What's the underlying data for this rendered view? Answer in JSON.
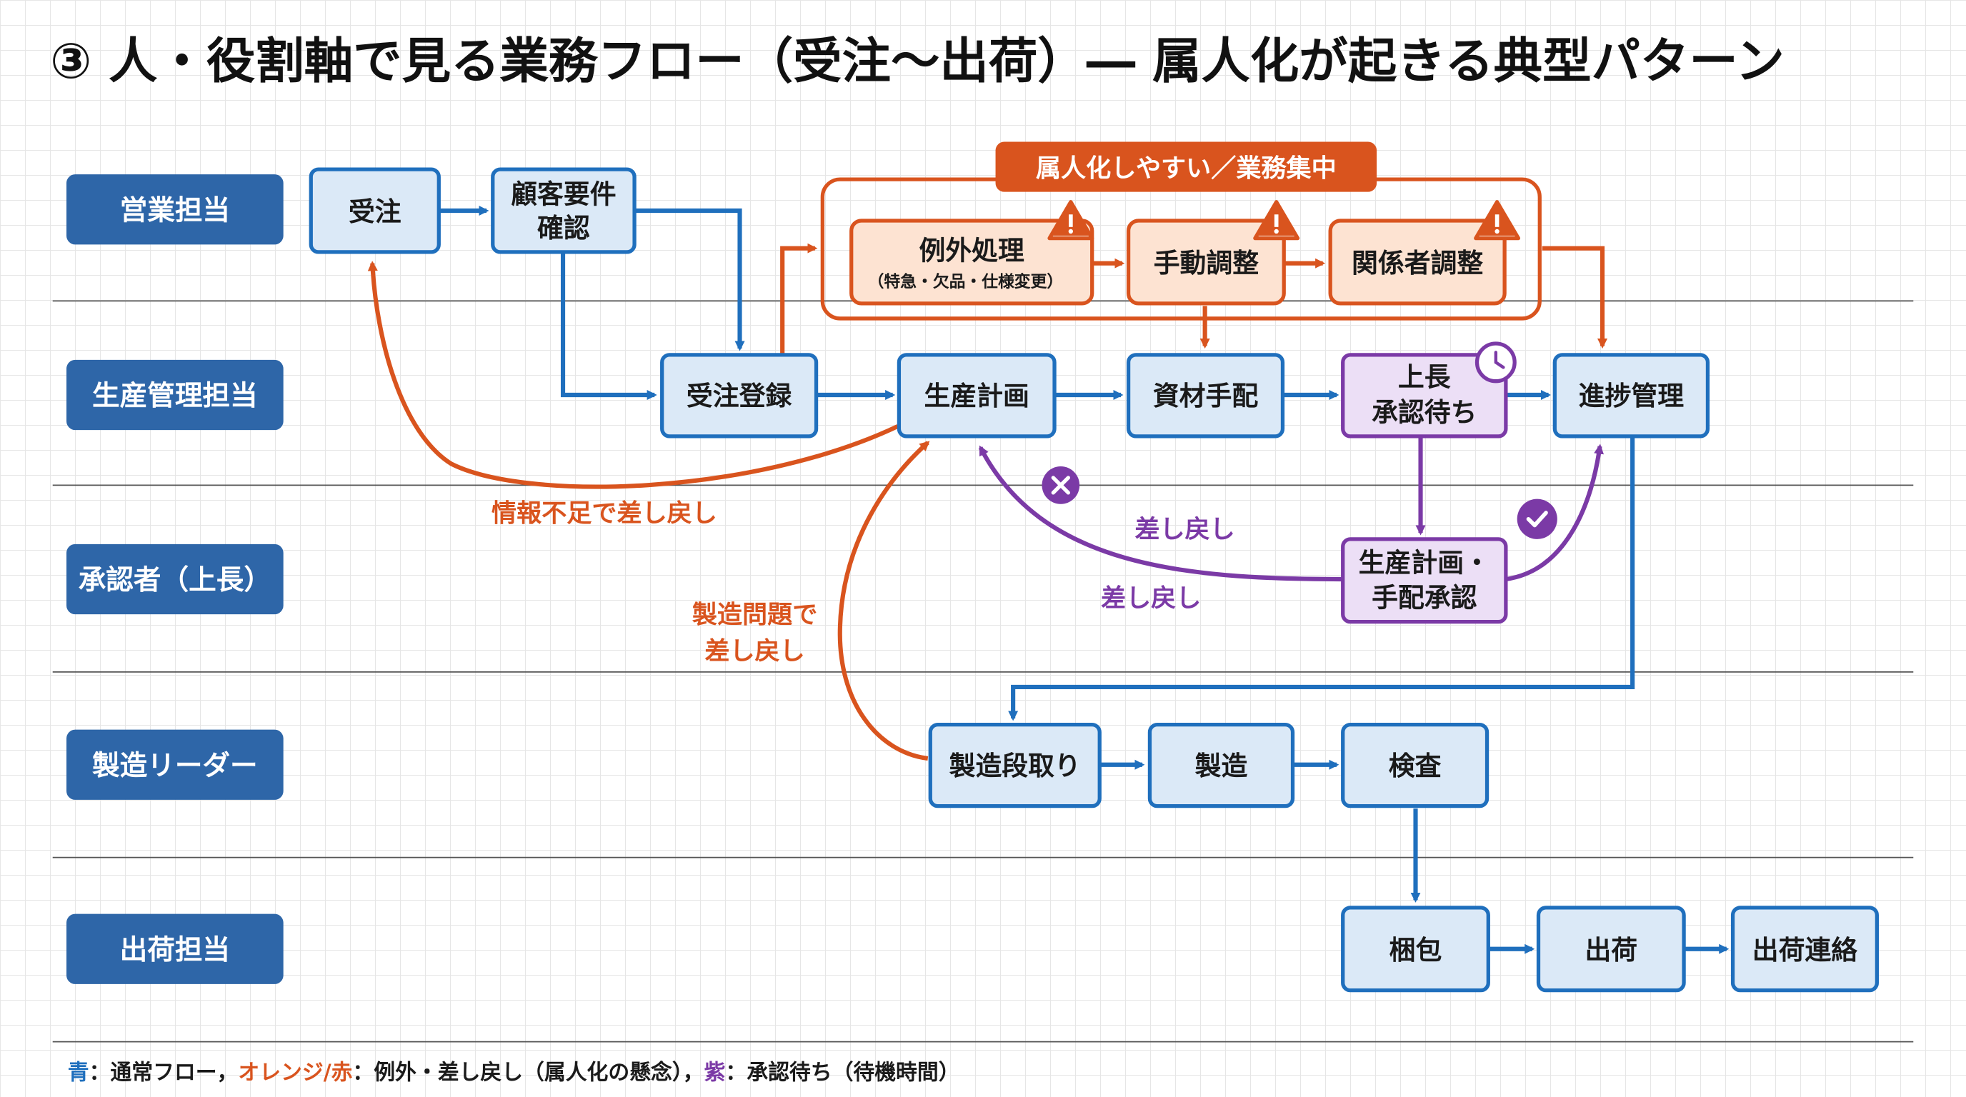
{
  "title": "③ 人・役割軸で見る業務フロー（受注〜出荷）― 属人化が起きる典型パターン",
  "colors": {
    "blue": "#1f6fbd",
    "lane_blue": "#2e66a8",
    "node_fill_blue": "#dbe9f7",
    "orange": "#d9541e",
    "node_fill_orange": "#fde3d2",
    "purple": "#7b3aa6",
    "node_fill_purple": "#ecdff6"
  },
  "lanes": [
    {
      "label": "営業担当"
    },
    {
      "label": "生産管理担当"
    },
    {
      "label": "承認者（上長）"
    },
    {
      "label": "製造リーダー"
    },
    {
      "label": "出荷担当"
    }
  ],
  "nodes": {
    "juchu": "受注",
    "kokyaku_1": "顧客要件",
    "kokyaku_2": "確認",
    "juchu_touroku": "受注登録",
    "seisan_keikaku": "生産計画",
    "shizai_tehai": "資材手配",
    "joucho_1": "上長",
    "joucho_2": "承認待ち",
    "shinchoku": "進捗管理",
    "reigai": "例外処理",
    "reigai_sub": "（特急・欠品・仕様変更）",
    "shudou": "手動調整",
    "kankeisha": "関係者調整",
    "shounin_1": "生産計画・",
    "shounin_2": "手配承認",
    "dandori": "製造段取り",
    "seizou": "製造",
    "kensa": "検査",
    "konpou": "梱包",
    "shukka": "出荷",
    "shukka_renraku": "出荷連絡"
  },
  "banner": "属人化しやすい／業務集中",
  "edge_labels": {
    "info_shortage": "情報不足で差し戻し",
    "manufacturing_1": "製造問題で",
    "manufacturing_2": "差し戻し",
    "sendback_upper": "差し戻し",
    "sendback_lower": "差し戻し"
  },
  "icons": {
    "warning": "warning-icon",
    "clock": "clock-icon",
    "reject": "reject-x-icon",
    "approve": "approve-check-icon"
  },
  "legend": {
    "blue_key": "青",
    "blue_desc": "：通常フロー，",
    "orange_key": "オレンジ/赤",
    "orange_desc": "：例外・差し戻し（属人化の懸念），",
    "purple_key": "紫",
    "purple_desc": "：承認待ち（待機時間）"
  }
}
